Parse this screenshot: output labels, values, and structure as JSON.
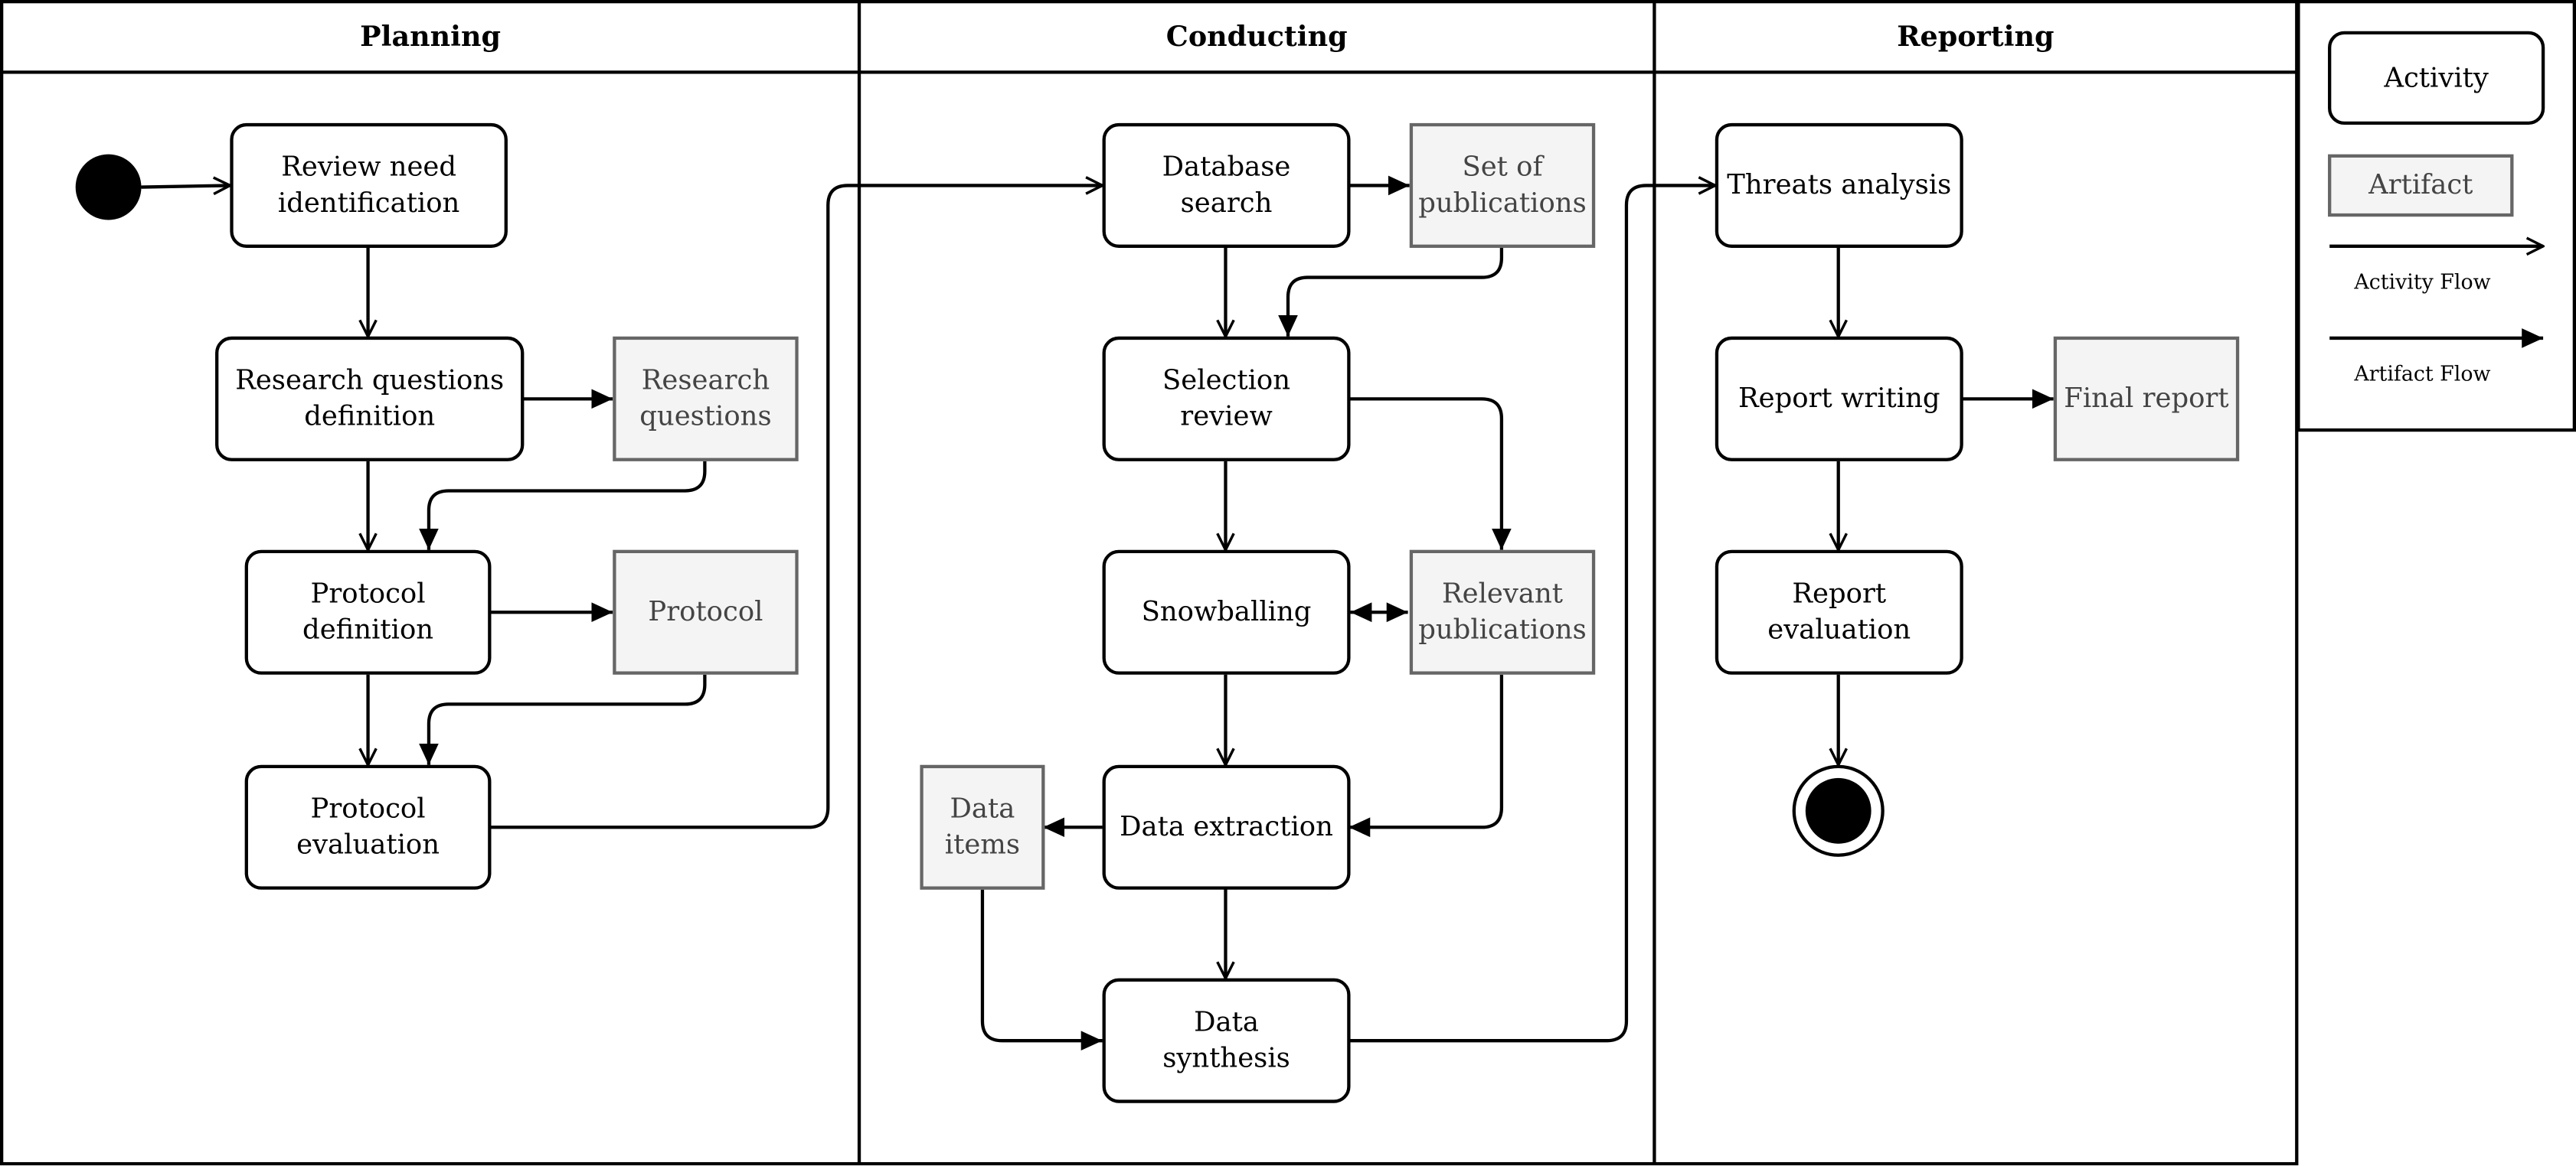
{
  "lanes": {
    "planning": "Planning",
    "conducting": "Conducting",
    "reporting": "Reporting"
  },
  "activities": {
    "review_need": "Review need identification",
    "rq_definition": "Research questions definition",
    "protocol_definition": "Protocol definition",
    "protocol_evaluation": "Protocol evaluation",
    "database_search": "Database search",
    "selection_review": "Selection review",
    "snowballing": "Snowballing",
    "data_extraction": "Data extraction",
    "data_synthesis": "Data synthesis",
    "threats_analysis": "Threats analysis",
    "report_writing": "Report writing",
    "report_evaluation": "Report evaluation"
  },
  "artifacts": {
    "research_questions": "Research questions",
    "protocol": "Protocol",
    "set_of_publications": "Set of publications",
    "relevant_publications": "Relevant publications",
    "data_items": "Data items",
    "final_report": "Final report"
  },
  "legend": {
    "activity": "Activity",
    "artifact": "Artifact",
    "activity_flow": "Activity Flow",
    "artifact_flow": "Artifact Flow"
  },
  "colors": {
    "line": "#000000",
    "artifact_fill": "#f4f4f4",
    "artifact_border": "#666666",
    "artifact_text": "#444444"
  }
}
